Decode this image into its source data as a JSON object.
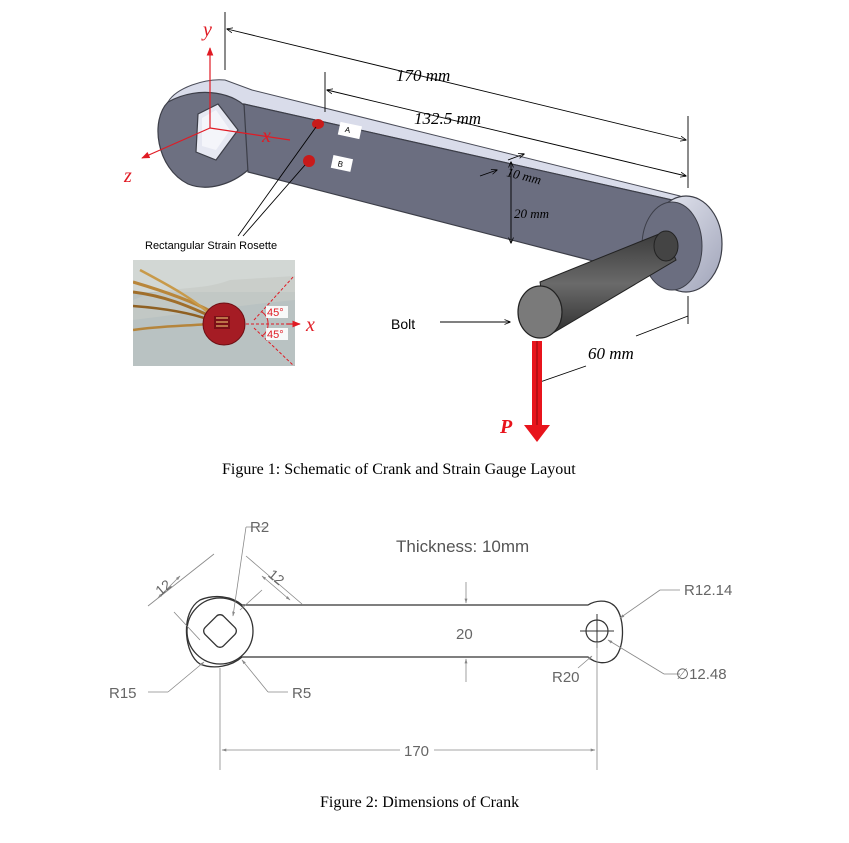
{
  "figure1": {
    "caption": "Figure 1: Schematic of Crank and Strain Gauge Layout",
    "axis_y": "y",
    "axis_x": "x",
    "axis_z": "z",
    "rosette_axis_x": "x",
    "dim_170": "170 mm",
    "dim_132_5": "132.5 mm",
    "dim_10": "10 mm",
    "dim_20": "20 mm",
    "dim_60": "60 mm",
    "gauge_a": "A",
    "gauge_b": "B",
    "rosette_label": "Rectangular Strain Rosette",
    "angle_top": "45°",
    "angle_bottom": "45°",
    "bolt_label": "Bolt",
    "load_label": "P",
    "colors": {
      "crank": "#6f7283",
      "crank_top": "#d7dae9",
      "load": "#e8141c",
      "axis": "#e01b24",
      "bolt": "#5a5a5a"
    }
  },
  "figure2": {
    "caption": "Figure 2: Dimensions of Crank",
    "thickness": "Thickness: 10mm",
    "r2": "R2",
    "r15": "R15",
    "r5": "R5",
    "r20": "R20",
    "r12_14": "R12.14",
    "dia_12_48": "∅12.48",
    "dim_12_left": "12",
    "dim_12_right": "12",
    "dim_20": "20",
    "dim_170": "170"
  }
}
